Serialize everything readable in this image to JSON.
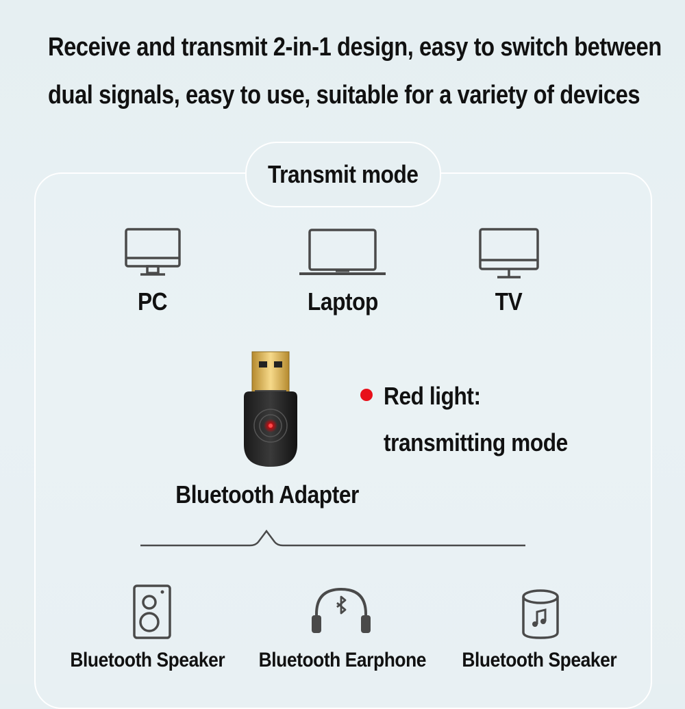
{
  "headline": {
    "line1": "Receive and transmit 2-in-1 design, easy to switch between",
    "line2": "dual signals, easy to use, suitable for a variety of devices"
  },
  "mode_title": "Transmit mode",
  "source_devices": [
    {
      "label": "PC",
      "icon": "pc-monitor-icon"
    },
    {
      "label": "Laptop",
      "icon": "laptop-icon"
    },
    {
      "label": "TV",
      "icon": "tv-icon"
    }
  ],
  "adapter": {
    "label": "Bluetooth Adapter",
    "indicator_color": "#e8101a",
    "light_line1": "Red light:",
    "light_line2": "transmitting mode"
  },
  "output_devices": [
    {
      "label": "Bluetooth Speaker",
      "icon": "speaker-icon"
    },
    {
      "label": "Bluetooth Earphone",
      "icon": "headphones-icon"
    },
    {
      "label": "Bluetooth Speaker",
      "icon": "cylinder-speaker-icon"
    }
  ],
  "colors": {
    "background": "#e6eff2",
    "outline": "#ffffff",
    "icon_stroke": "#4a4a4a"
  }
}
